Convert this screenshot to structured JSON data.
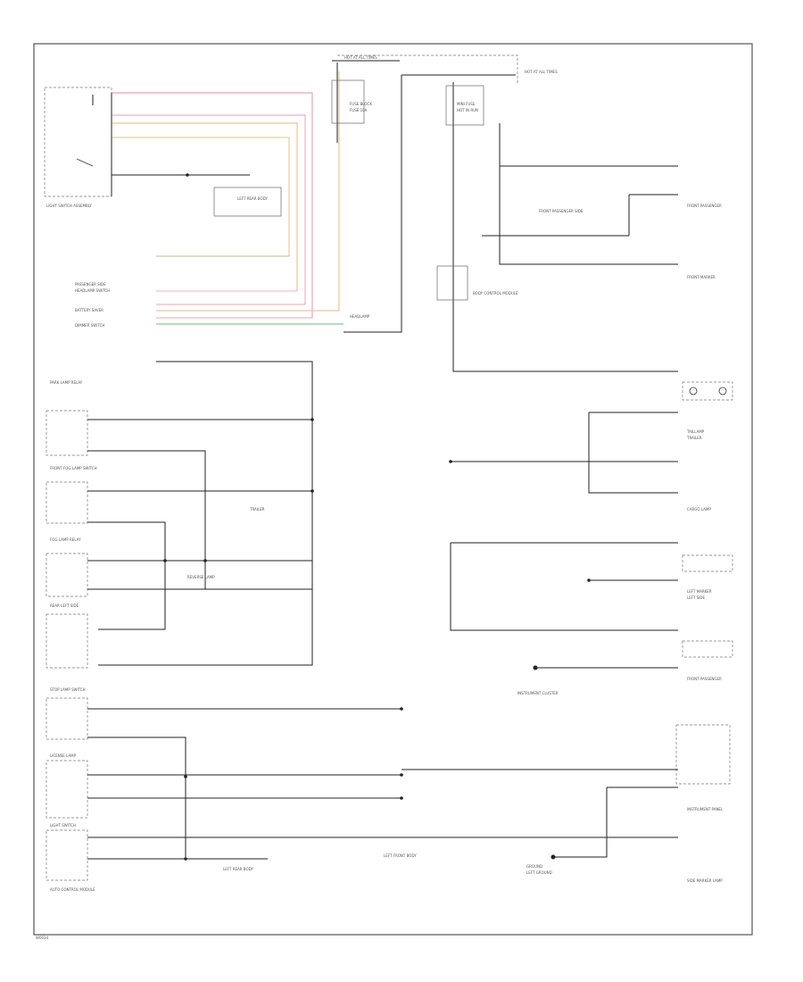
{
  "colors": {
    "wire": "#222222",
    "red": "#f2a2ad",
    "pink": "#e8b3c8",
    "orange": "#f1c393",
    "yellow": "#e0d09a",
    "tan": "#c8b58a",
    "green": "#7fd18a",
    "frame": "#555555"
  },
  "labels": {
    "top": [
      "HOT AT ALL TIMES",
      "FUSE BLOCK",
      "FUSE 10A",
      "MINI FUSE",
      "HOT IN RUN",
      "HOT AT ALL TIMES"
    ],
    "left": [
      "LIGHT SWITCH ASSEMBLY",
      "LEFT REAR BODY",
      "PARK LAMP RELAY",
      "PASSENGER SIDE",
      "HEADLAMP SWITCH",
      "BATTERY SAVER",
      "DIMMER SWITCH",
      "FRONT FOG LAMP SWITCH",
      "FOG LAMP RELAY",
      "TRAILER",
      "REAR LEFT SIDE",
      "REVERSE LAMP",
      "STOP LAMP SWITCH",
      "LICENSE LAMP",
      "LIGHT SWITCH",
      "AUTO CONTROL MODULE"
    ],
    "center": [
      "HEADLAMP",
      "BODY CONTROL MODULE",
      "INSTRUMENT CLUSTER",
      "LEFT FRONT BODY",
      "LEFT REAR BODY",
      "GROUND"
    ],
    "right": [
      "FRONT PASSENGER SIDE",
      "FRONT PASSENGER",
      "FRONT MARKER",
      "TAILLAMP",
      "TRAILER",
      "CARGO LAMP",
      "LEFT MARKER",
      "LEFT SIDE",
      "FRONT PASSENGER",
      "INSTRUMENT PANEL",
      "LEFT GROUND",
      "SIDE MARKER LAMP"
    ],
    "footer": "W0034"
  }
}
